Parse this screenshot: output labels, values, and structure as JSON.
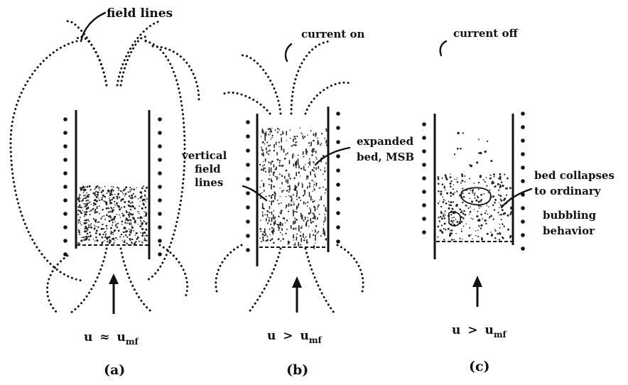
{
  "labels": {
    "field_lines": "field lines",
    "current_on": "current on",
    "current_off": "current off",
    "vertical_field_lines": [
      "vertical",
      "field",
      "lines"
    ],
    "expanded_bed": [
      "expanded",
      "bed, MSB"
    ],
    "bed_collapses": [
      "bed collapses",
      "to ordinary",
      "bubbling",
      "behavior"
    ]
  },
  "panels": [
    {
      "id": "a",
      "caption": "(a)",
      "velocity": {
        "lhs": "u",
        "relation": "≈",
        "rhs": "u",
        "rhs_sub": "mf"
      }
    },
    {
      "id": "b",
      "caption": "(b)",
      "velocity": {
        "lhs": "u",
        "relation": ">",
        "rhs": "u",
        "rhs_sub": "mf"
      }
    },
    {
      "id": "c",
      "caption": "(c)",
      "velocity": {
        "lhs": "u",
        "relation": ">",
        "rhs": "u",
        "rhs_sub": "mf"
      }
    }
  ],
  "colors": {
    "ink": "#111111",
    "background": "#ffffff"
  }
}
